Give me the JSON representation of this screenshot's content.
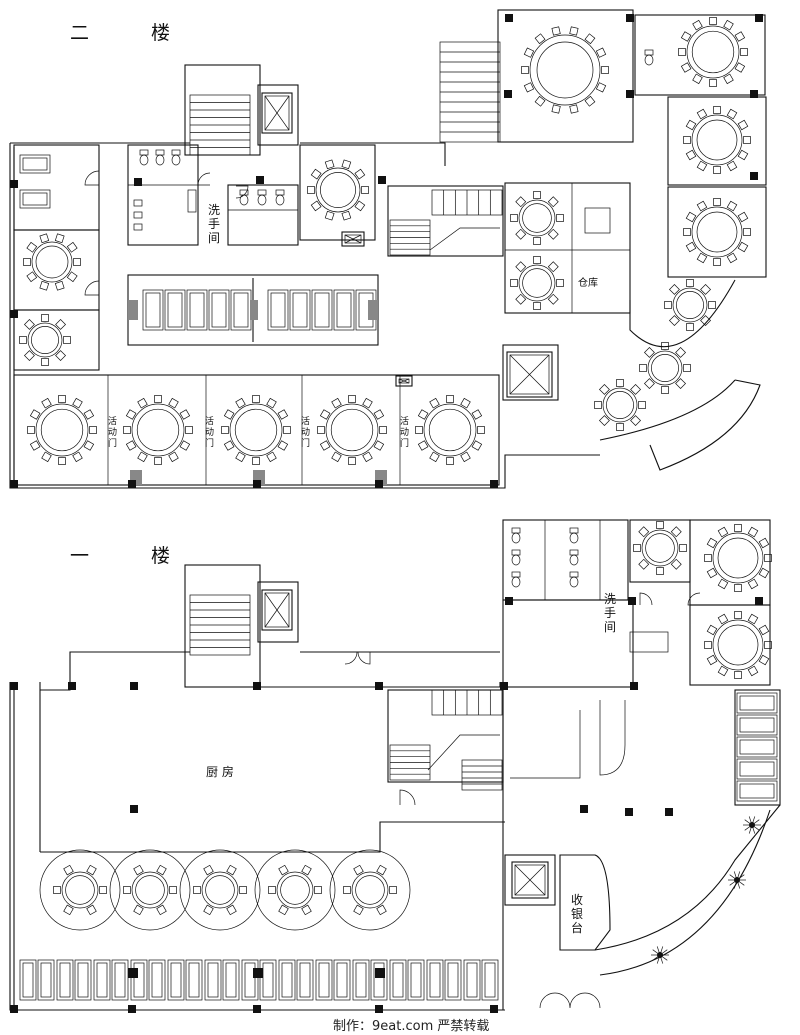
{
  "floors": {
    "second": {
      "title": "二 楼",
      "washroom": "洗手间",
      "folding_door": "活动门",
      "storage": "仓库"
    },
    "first": {
      "title": "一 楼",
      "washroom": "洗手间",
      "kitchen": "厨 房",
      "cashier": "收银台"
    }
  },
  "credit": "制作：9eat.com  严禁转载"
}
